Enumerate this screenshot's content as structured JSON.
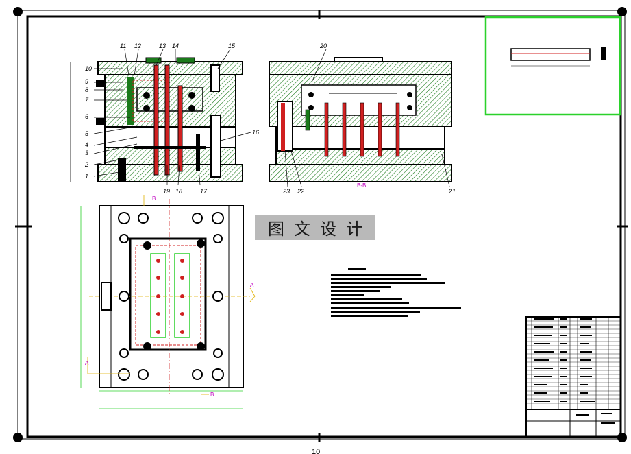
{
  "drawing": {
    "watermark": "图文设计",
    "part_labels": [
      "1",
      "2",
      "3",
      "4",
      "5",
      "6",
      "7",
      "8",
      "9",
      "10",
      "11",
      "12",
      "13",
      "14",
      "15",
      "16",
      "17",
      "18",
      "19",
      "20",
      "21",
      "22",
      "23"
    ],
    "section_label": "B-B",
    "view_markers": [
      "A",
      "B"
    ],
    "sheet_number_partial": "10",
    "colors": {
      "outline": "#000000",
      "hatch": "#1a7a1a",
      "green_frame": "#2bd12b",
      "part_red": "#d02020",
      "leader_magenta": "#c000c0",
      "section_line_yellow": "#e0b000",
      "watermark_bg": "#b9b9b9"
    }
  }
}
